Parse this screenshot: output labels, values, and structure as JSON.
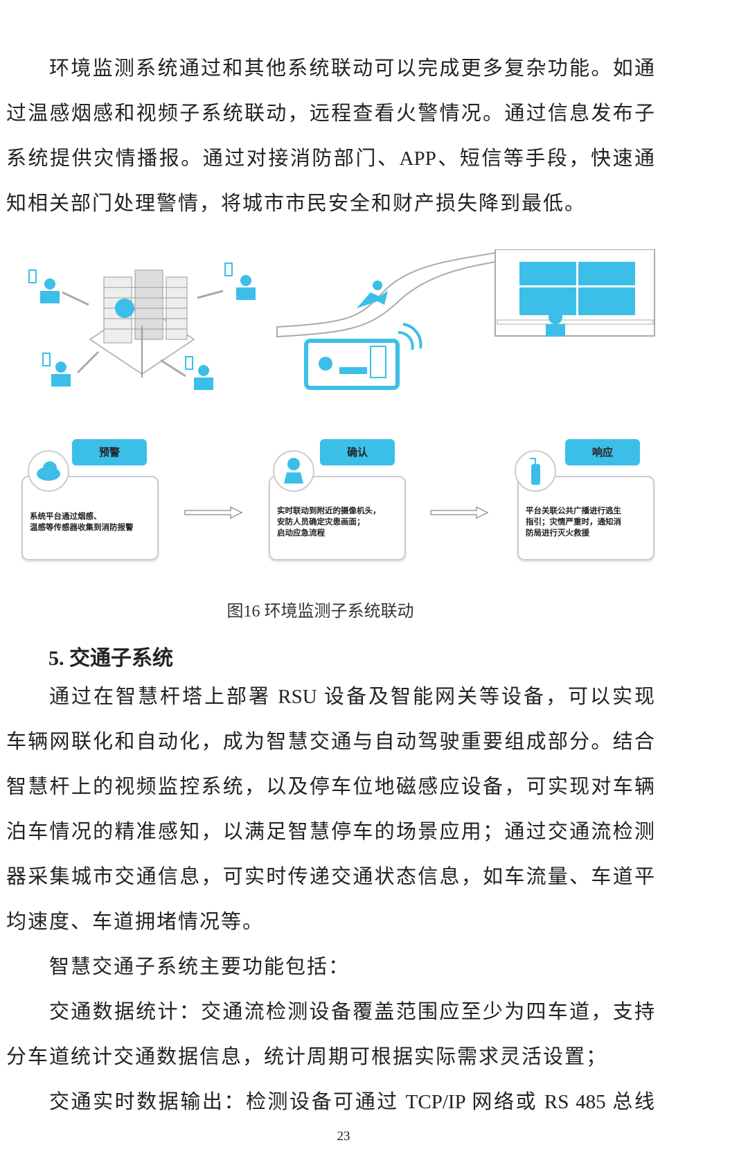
{
  "paragraph1": [
    "环境监测系统通过和其他系统联动可以完成更多复杂功能。如通",
    "过温感烟感和视频子系统联动，远程查看火警情况。通过信息发布子",
    "系统提供灾情播报。通过对接消防部门、APP、短信等手段，快速通",
    "知相关部门处理警情，将城市市民安全和财产损失降到最低。"
  ],
  "figure": {
    "steps": [
      {
        "tag": "预警",
        "icon": "cloud-icon",
        "text_lines": [
          "系统平台通过烟感、",
          "温感等传感器收集到消防报警"
        ]
      },
      {
        "tag": "确认",
        "icon": "security-guard-icon",
        "text_lines": [
          "实时联动到附近的摄像机头，",
          "安防人员确定灾患画面；",
          "启动应急流程"
        ]
      },
      {
        "tag": "响应",
        "icon": "fire-extinguisher-icon",
        "text_lines": [
          "平台关联公共广播进行逃生",
          "指引；灾情严重时，通知消",
          "防局进行灭火救援"
        ]
      }
    ],
    "caption": "图16 环境监测子系统联动",
    "accent_color": "#3bbfe8"
  },
  "section_heading": "5. 交通子系统",
  "paragraph2": [
    "通过在智慧杆塔上部署 RSU 设备及智能网关等设备，可以实现",
    "车辆网联化和自动化，成为智慧交通与自动驾驶重要组成部分。结合",
    "智慧杆上的视频监控系统，以及停车位地磁感应设备，可实现对车辆",
    "泊车情况的精准感知，以满足智慧停车的场景应用；通过交通流检测",
    "器采集城市交通信息，可实时传递交通状态信息，如车流量、车道平",
    "均速度、车道拥堵情况等。"
  ],
  "paragraph3": "智慧交通子系统主要功能包括：",
  "paragraph4": [
    "交通数据统计：交通流检测设备覆盖范围应至少为四车道，支持",
    "分车道统计交通数据信息，统计周期可根据实际需求灵活设置；"
  ],
  "paragraph5": "交通实时数据输出：检测设备可通过 TCP/IP 网络或 RS 485 总线",
  "page_number": "23"
}
